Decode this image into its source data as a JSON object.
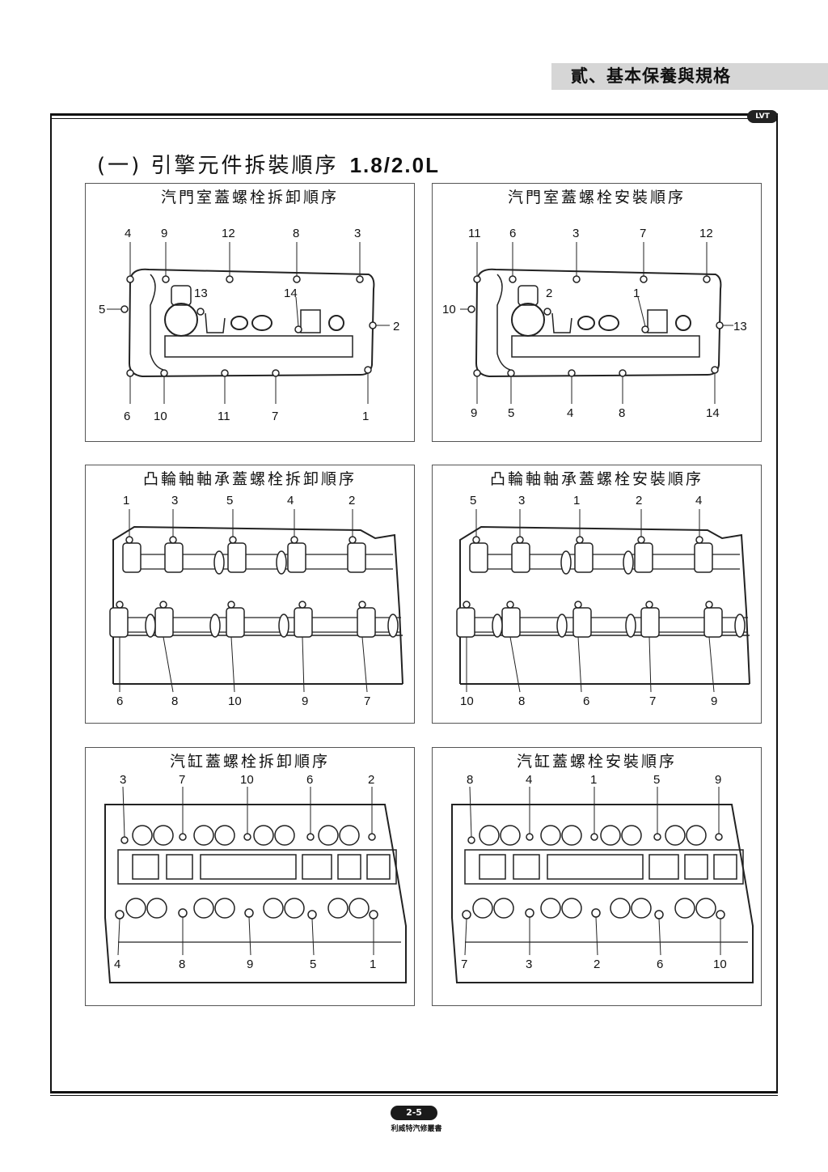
{
  "header": {
    "chapter": "貳、基本保養與規格",
    "logo": "LVT"
  },
  "section": {
    "title": "(一) 引擎元件拆裝順序",
    "spec": "1.8/2.0L"
  },
  "panels": [
    {
      "title": "汽門室蓋螺栓拆卸順序",
      "top": [
        "4",
        "9",
        "12",
        "8",
        "3"
      ],
      "bottom": [
        "6",
        "10",
        "11",
        "7",
        "1"
      ],
      "side_left": "5",
      "side_right": "2",
      "inner_a": "13",
      "inner_b": "14"
    },
    {
      "title": "汽門室蓋螺栓安裝順序",
      "top": [
        "11",
        "6",
        "3",
        "7",
        "12"
      ],
      "bottom": [
        "9",
        "5",
        "4",
        "8",
        "14"
      ],
      "side_left": "10",
      "side_right": "13",
      "inner_a": "2",
      "inner_b": "1"
    },
    {
      "title": "凸輪軸軸承蓋螺栓拆卸順序",
      "top": [
        "1",
        "3",
        "5",
        "4",
        "2"
      ],
      "bottom": [
        "6",
        "8",
        "10",
        "9",
        "7"
      ]
    },
    {
      "title": "凸輪軸軸承蓋螺栓安裝順序",
      "top": [
        "5",
        "3",
        "1",
        "2",
        "4"
      ],
      "bottom": [
        "10",
        "8",
        "6",
        "7",
        "9"
      ]
    },
    {
      "title": "汽缸蓋螺栓拆卸順序",
      "top": [
        "3",
        "7",
        "10",
        "6",
        "2"
      ],
      "bottom": [
        "4",
        "8",
        "9",
        "5",
        "1"
      ]
    },
    {
      "title": "汽缸蓋螺栓安裝順序",
      "top": [
        "8",
        "4",
        "1",
        "5",
        "9"
      ],
      "bottom": [
        "7",
        "3",
        "2",
        "6",
        "10"
      ]
    }
  ],
  "footer": {
    "page": "2-5",
    "publisher": "利威特汽修叢書"
  }
}
